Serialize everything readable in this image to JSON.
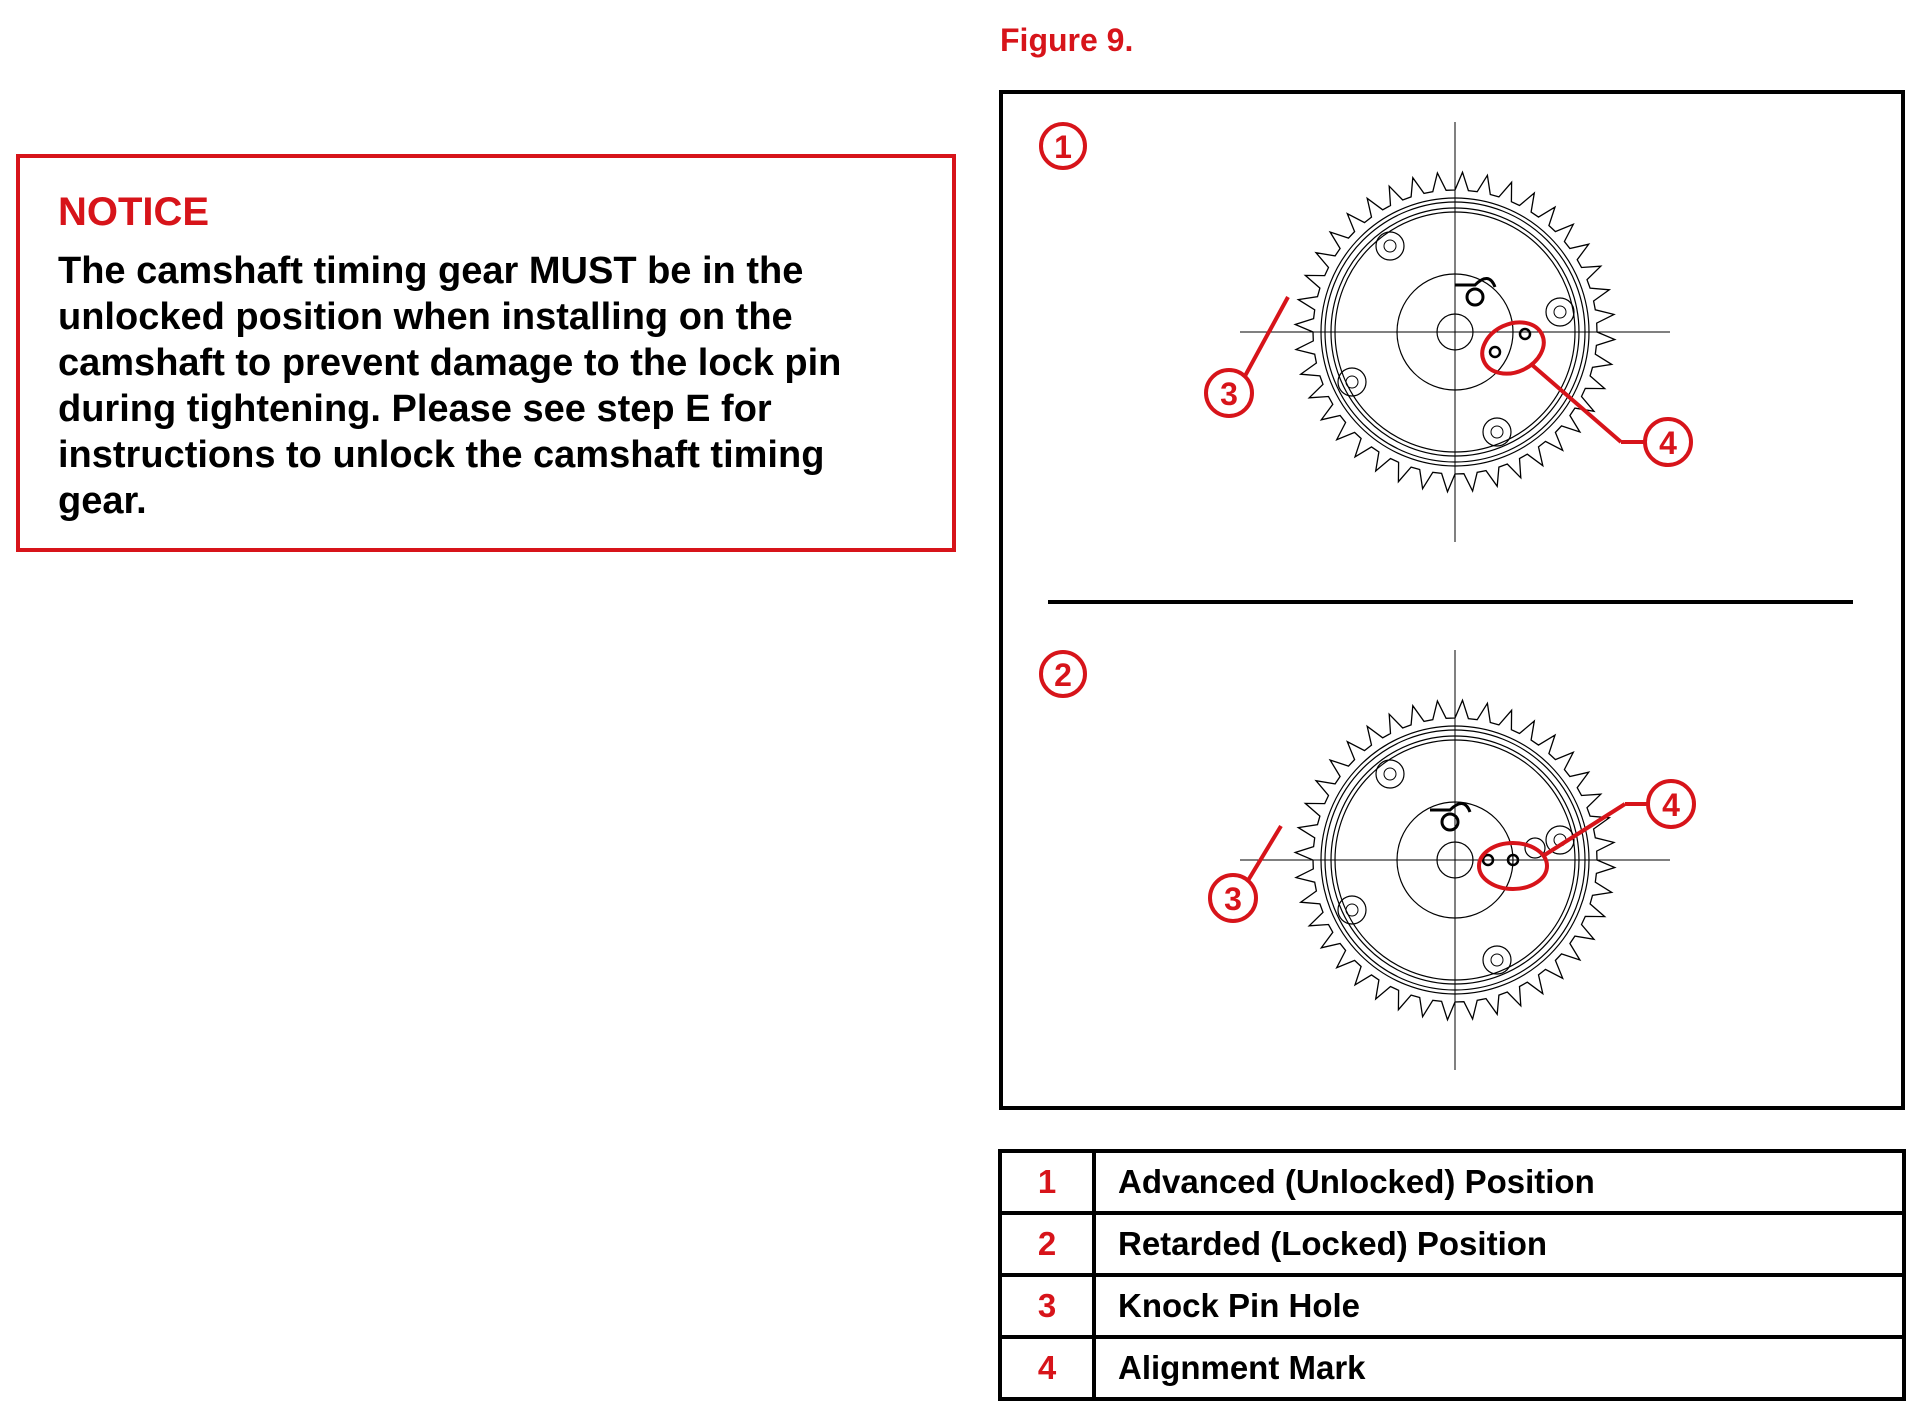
{
  "notice": {
    "title": "NOTICE",
    "body": "The camshaft timing gear MUST be in the unlocked position when installing on the camshaft to prevent damage to the lock pin during tightening.  Please see step E for instructions to unlock the camshaft timing gear."
  },
  "figure": {
    "caption": "Figure 9.",
    "panels": [
      {
        "number": "1",
        "callouts": [
          "3",
          "4"
        ]
      },
      {
        "number": "2",
        "callouts": [
          "3",
          "4"
        ]
      }
    ]
  },
  "legend": [
    {
      "number": "1",
      "label": "Advanced (Unlocked) Position"
    },
    {
      "number": "2",
      "label": "Retarded (Locked) Position"
    },
    {
      "number": "3",
      "label": "Knock Pin Hole"
    },
    {
      "number": "4",
      "label": "Alignment Mark"
    }
  ],
  "colors": {
    "accent": "#d7141a",
    "line": "#000000"
  }
}
